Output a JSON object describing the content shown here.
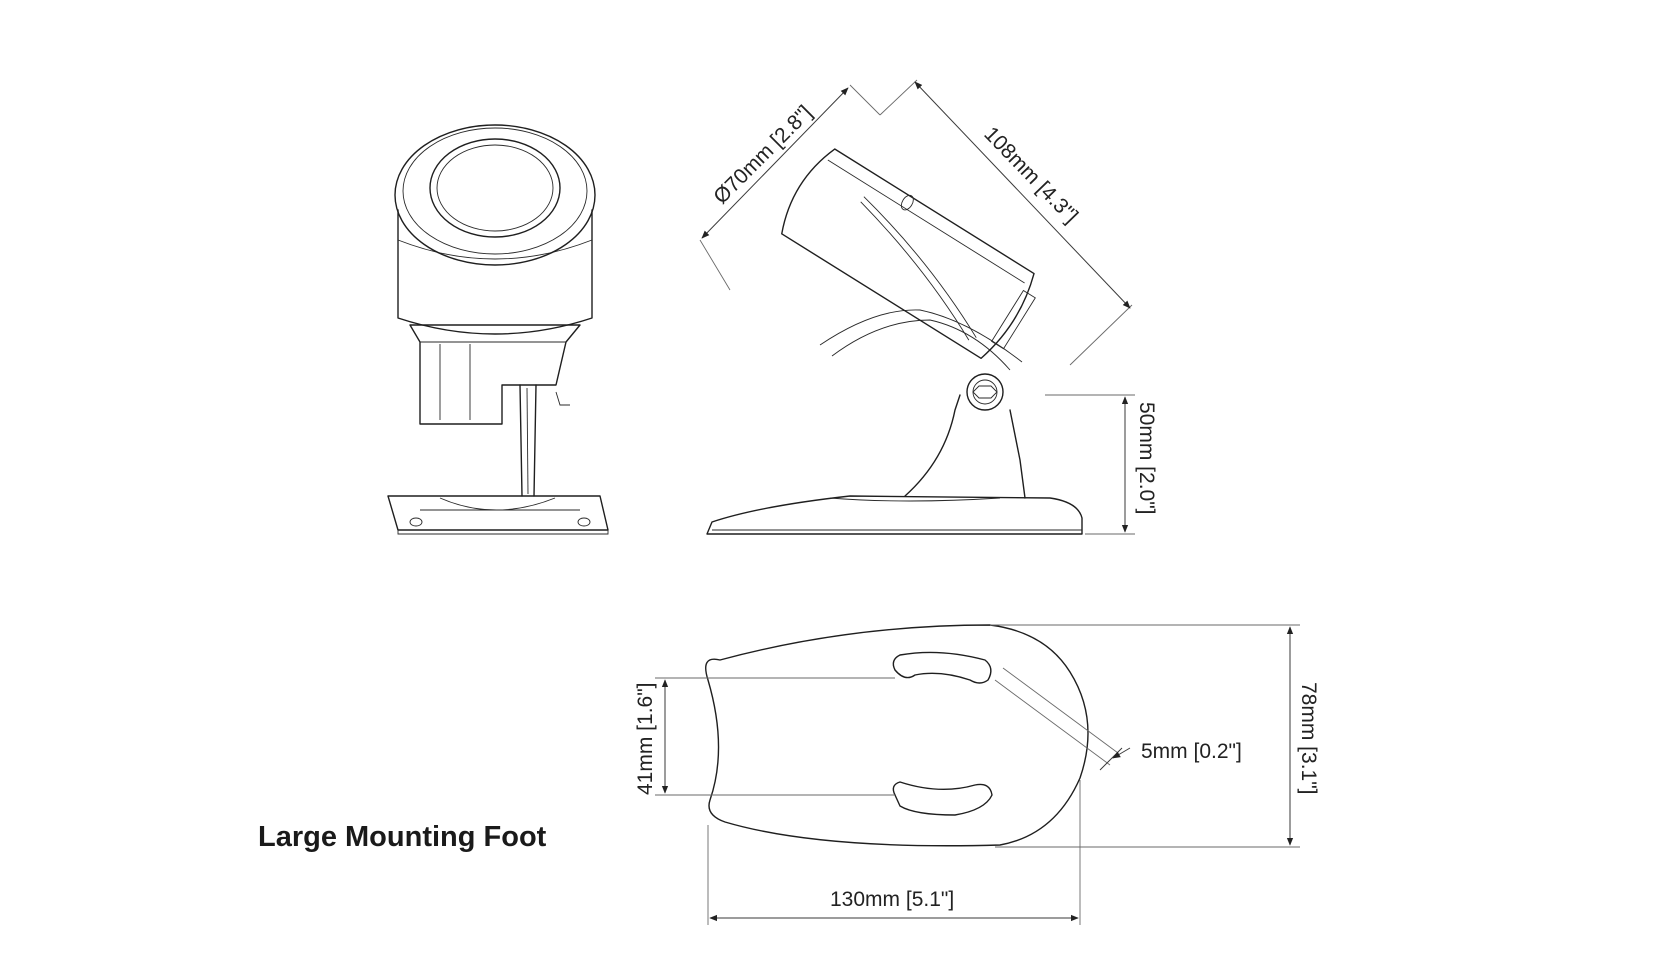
{
  "caption": "Large Mounting Foot",
  "dimensions": {
    "diameter": "Ø70mm [2.8\"]",
    "length": "108mm [4.3\"]",
    "height": "50mm [2.0\"]",
    "slot_spacing": "41mm [1.6\"]",
    "slot_width": "5mm [0.2\"]",
    "foot_width": "78mm [3.1\"]",
    "foot_length": "130mm [5.1\"]"
  },
  "colors": {
    "line": "#1f1f1f",
    "background": "#ffffff"
  }
}
